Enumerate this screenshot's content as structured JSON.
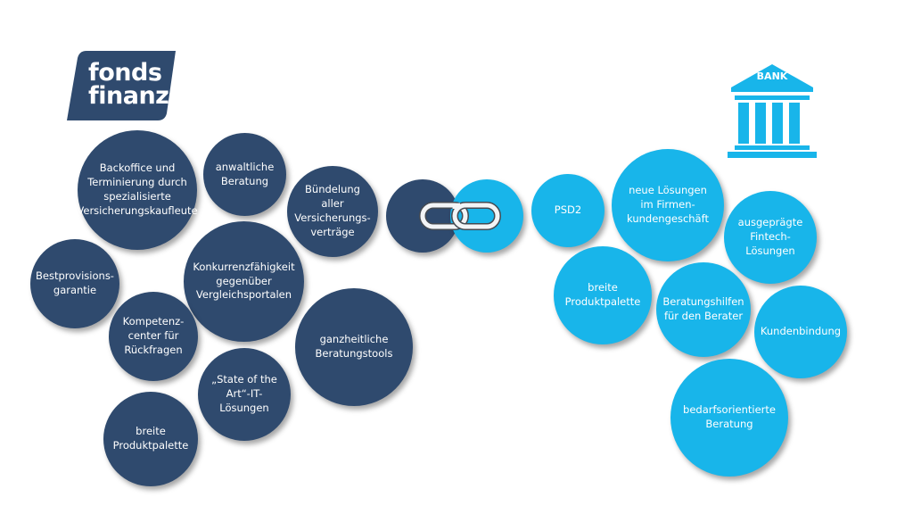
{
  "logo": {
    "line1": "fonds",
    "line2": "finanz"
  },
  "bank": {
    "label": "BANK"
  },
  "colors": {
    "navy": "#2f4a6e",
    "cyan": "#18b5ea",
    "background": "#ffffff"
  },
  "left_bubbles": {
    "backoffice": "Backoffice und\nTerminierung durch\nspezialisierte\nVersicherungskaufleute",
    "anwaltliche": "anwaltliche\nBeratung",
    "buendelung": "Bündelung aller\nVersicherungs-\nverträge",
    "bestprovision": "Bestprovisions-\ngarantie",
    "konkurrenz": "Konkurrenzfähigkeit\ngegenüber\nVergleichsportalen",
    "kompetenz": "Kompetenz-\ncenter für\nRückfragen",
    "ganzheitlich": "ganzheitliche\nBeratungstools",
    "state_of_art": "„State of the\nArt“-IT-Lösungen",
    "breite_left": "breite\nProduktpalette"
  },
  "right_bubbles": {
    "psd2": "PSD2",
    "neue": "neue Lösungen\nim Firmen-\nkundengeschäft",
    "fintech": "ausgeprägte\nFintech-\nLösungen",
    "breite_right": "breite\nProduktpalette",
    "beratungshilfen": "Beratungshilfen\nfür den Berater",
    "kundenbindung": "Kundenbindung",
    "bedarf": "bedarfsorientierte\nBeratung"
  },
  "connector": {
    "icon": "chain-link-icon"
  }
}
